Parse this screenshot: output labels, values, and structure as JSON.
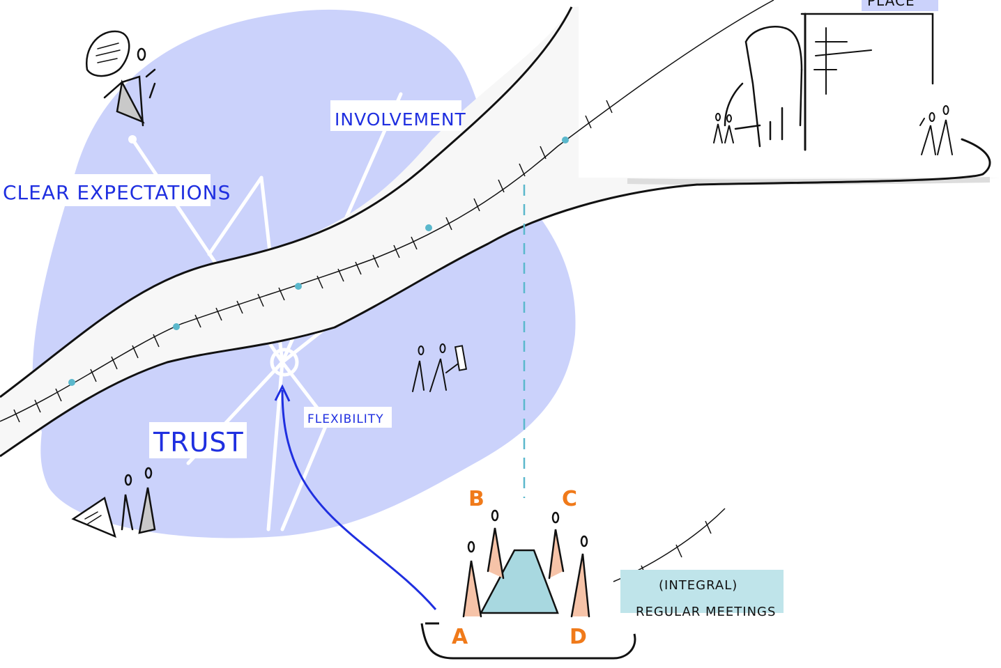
{
  "labels": {
    "clear_expectations": "CLEAR EXPECTATIONS",
    "involvement": "INVOLVEMENT",
    "trust": "TRUST",
    "flexibility": "FLEXIBILITY",
    "meetings_line1": "(INTEGRAL)",
    "meetings_line2": "REGULAR MEETINGS",
    "destination": "PLACE"
  },
  "participants": [
    "A",
    "B",
    "C",
    "D"
  ],
  "colors": {
    "blob": "#cbd2fb",
    "road": "#f7f7f7",
    "milestone": "#5bb8cc",
    "arrow": "#1f2fe0",
    "label_text": "#1f2fe0",
    "meeting_box": "#bfe4ea",
    "table": "#a8d8e0",
    "skin": "#f6c3a8",
    "letters": "#f07a1a"
  },
  "icons": [
    "thinking-person-icon",
    "people-icon",
    "hand-icon",
    "building-icon"
  ]
}
